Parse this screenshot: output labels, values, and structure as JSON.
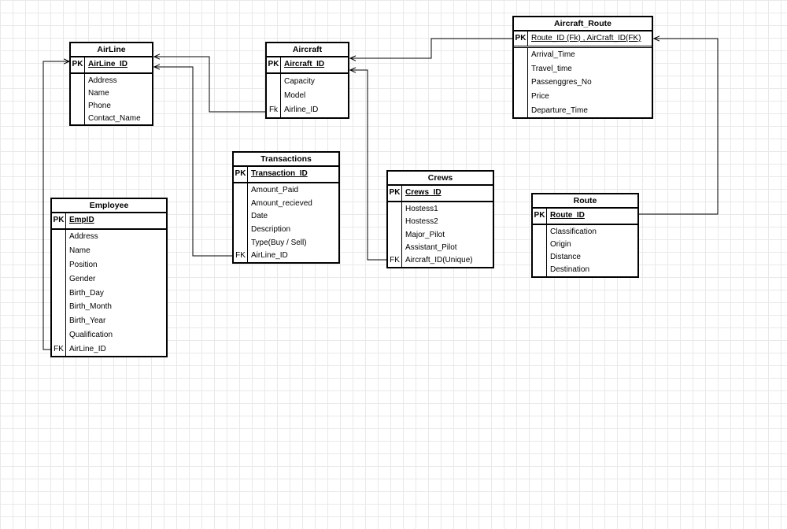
{
  "diagram": {
    "entities": {
      "airline": {
        "title": "AirLine",
        "pk": {
          "key": "PK",
          "field": "AirLine_ID"
        },
        "rows": [
          {
            "key": "",
            "field": "Address"
          },
          {
            "key": "",
            "field": "Name"
          },
          {
            "key": "",
            "field": "Phone"
          },
          {
            "key": "",
            "field": "Contact_Name"
          }
        ]
      },
      "aircraft": {
        "title": "Aircraft",
        "pk": {
          "key": "PK",
          "field": "Aircraft_ID"
        },
        "rows": [
          {
            "key": "",
            "field": "Capacity"
          },
          {
            "key": "",
            "field": "Model"
          },
          {
            "key": "Fk",
            "field": "Airline_ID"
          }
        ]
      },
      "aircraft_route": {
        "title": "Aircraft_Route",
        "pk": {
          "key": "PK",
          "field": "Route_ID (Fk) , AirCraft_ID(FK)"
        },
        "rows": [
          {
            "key": "",
            "field": "Arrival_Time"
          },
          {
            "key": "",
            "field": "Travel_time"
          },
          {
            "key": "",
            "field": "Passenggres_No"
          },
          {
            "key": "",
            "field": "Price"
          },
          {
            "key": "",
            "field": "Departure_Time"
          }
        ]
      },
      "transactions": {
        "title": "Transactions",
        "pk": {
          "key": "PK",
          "field": "Transaction_ID"
        },
        "rows": [
          {
            "key": "",
            "field": "Amount_Paid"
          },
          {
            "key": "",
            "field": "Amount_recieved"
          },
          {
            "key": "",
            "field": "Date"
          },
          {
            "key": "",
            "field": "Description"
          },
          {
            "key": "",
            "field": "Type(Buy / Sell)"
          },
          {
            "key": "FK",
            "field": "AirLine_ID"
          }
        ]
      },
      "crews": {
        "title": "Crews",
        "pk": {
          "key": "PK",
          "field": "Crews_ID"
        },
        "rows": [
          {
            "key": "",
            "field": "Hostess1"
          },
          {
            "key": "",
            "field": "Hostess2"
          },
          {
            "key": "",
            "field": "Major_Pilot"
          },
          {
            "key": "",
            "field": "Assistant_Pilot"
          },
          {
            "key": "FK",
            "field": "Aircraft_ID(Unique)"
          }
        ]
      },
      "route": {
        "title": "Route",
        "pk": {
          "key": "PK",
          "field": "Route_ID"
        },
        "rows": [
          {
            "key": "",
            "field": "Classification"
          },
          {
            "key": "",
            "field": "Origin"
          },
          {
            "key": "",
            "field": "Distance"
          },
          {
            "key": "",
            "field": "Destination"
          }
        ]
      },
      "employee": {
        "title": "Employee",
        "pk": {
          "key": "PK",
          "field": "EmpID"
        },
        "rows": [
          {
            "key": "",
            "field": "Address"
          },
          {
            "key": "",
            "field": "Name"
          },
          {
            "key": "",
            "field": "Position"
          },
          {
            "key": "",
            "field": "Gender"
          },
          {
            "key": "",
            "field": "Birth_Day"
          },
          {
            "key": "",
            "field": "Birth_Month"
          },
          {
            "key": "",
            "field": "Birth_Year"
          },
          {
            "key": "",
            "field": "Qualification"
          },
          {
            "key": "FK",
            "field": "AirLine_ID"
          }
        ]
      }
    },
    "relationships": [
      {
        "from": "aircraft.Airline_ID",
        "to": "airline.AirLine_ID"
      },
      {
        "from": "transactions.AirLine_ID",
        "to": "airline.AirLine_ID"
      },
      {
        "from": "employee.AirLine_ID",
        "to": "airline.AirLine_ID"
      },
      {
        "from": "aircraft_route.AirCraft_ID",
        "to": "aircraft.Aircraft_ID"
      },
      {
        "from": "crews.Aircraft_ID",
        "to": "aircraft.Aircraft_ID"
      },
      {
        "from": "route.Route_ID",
        "to": "aircraft_route.Route_ID"
      }
    ]
  }
}
